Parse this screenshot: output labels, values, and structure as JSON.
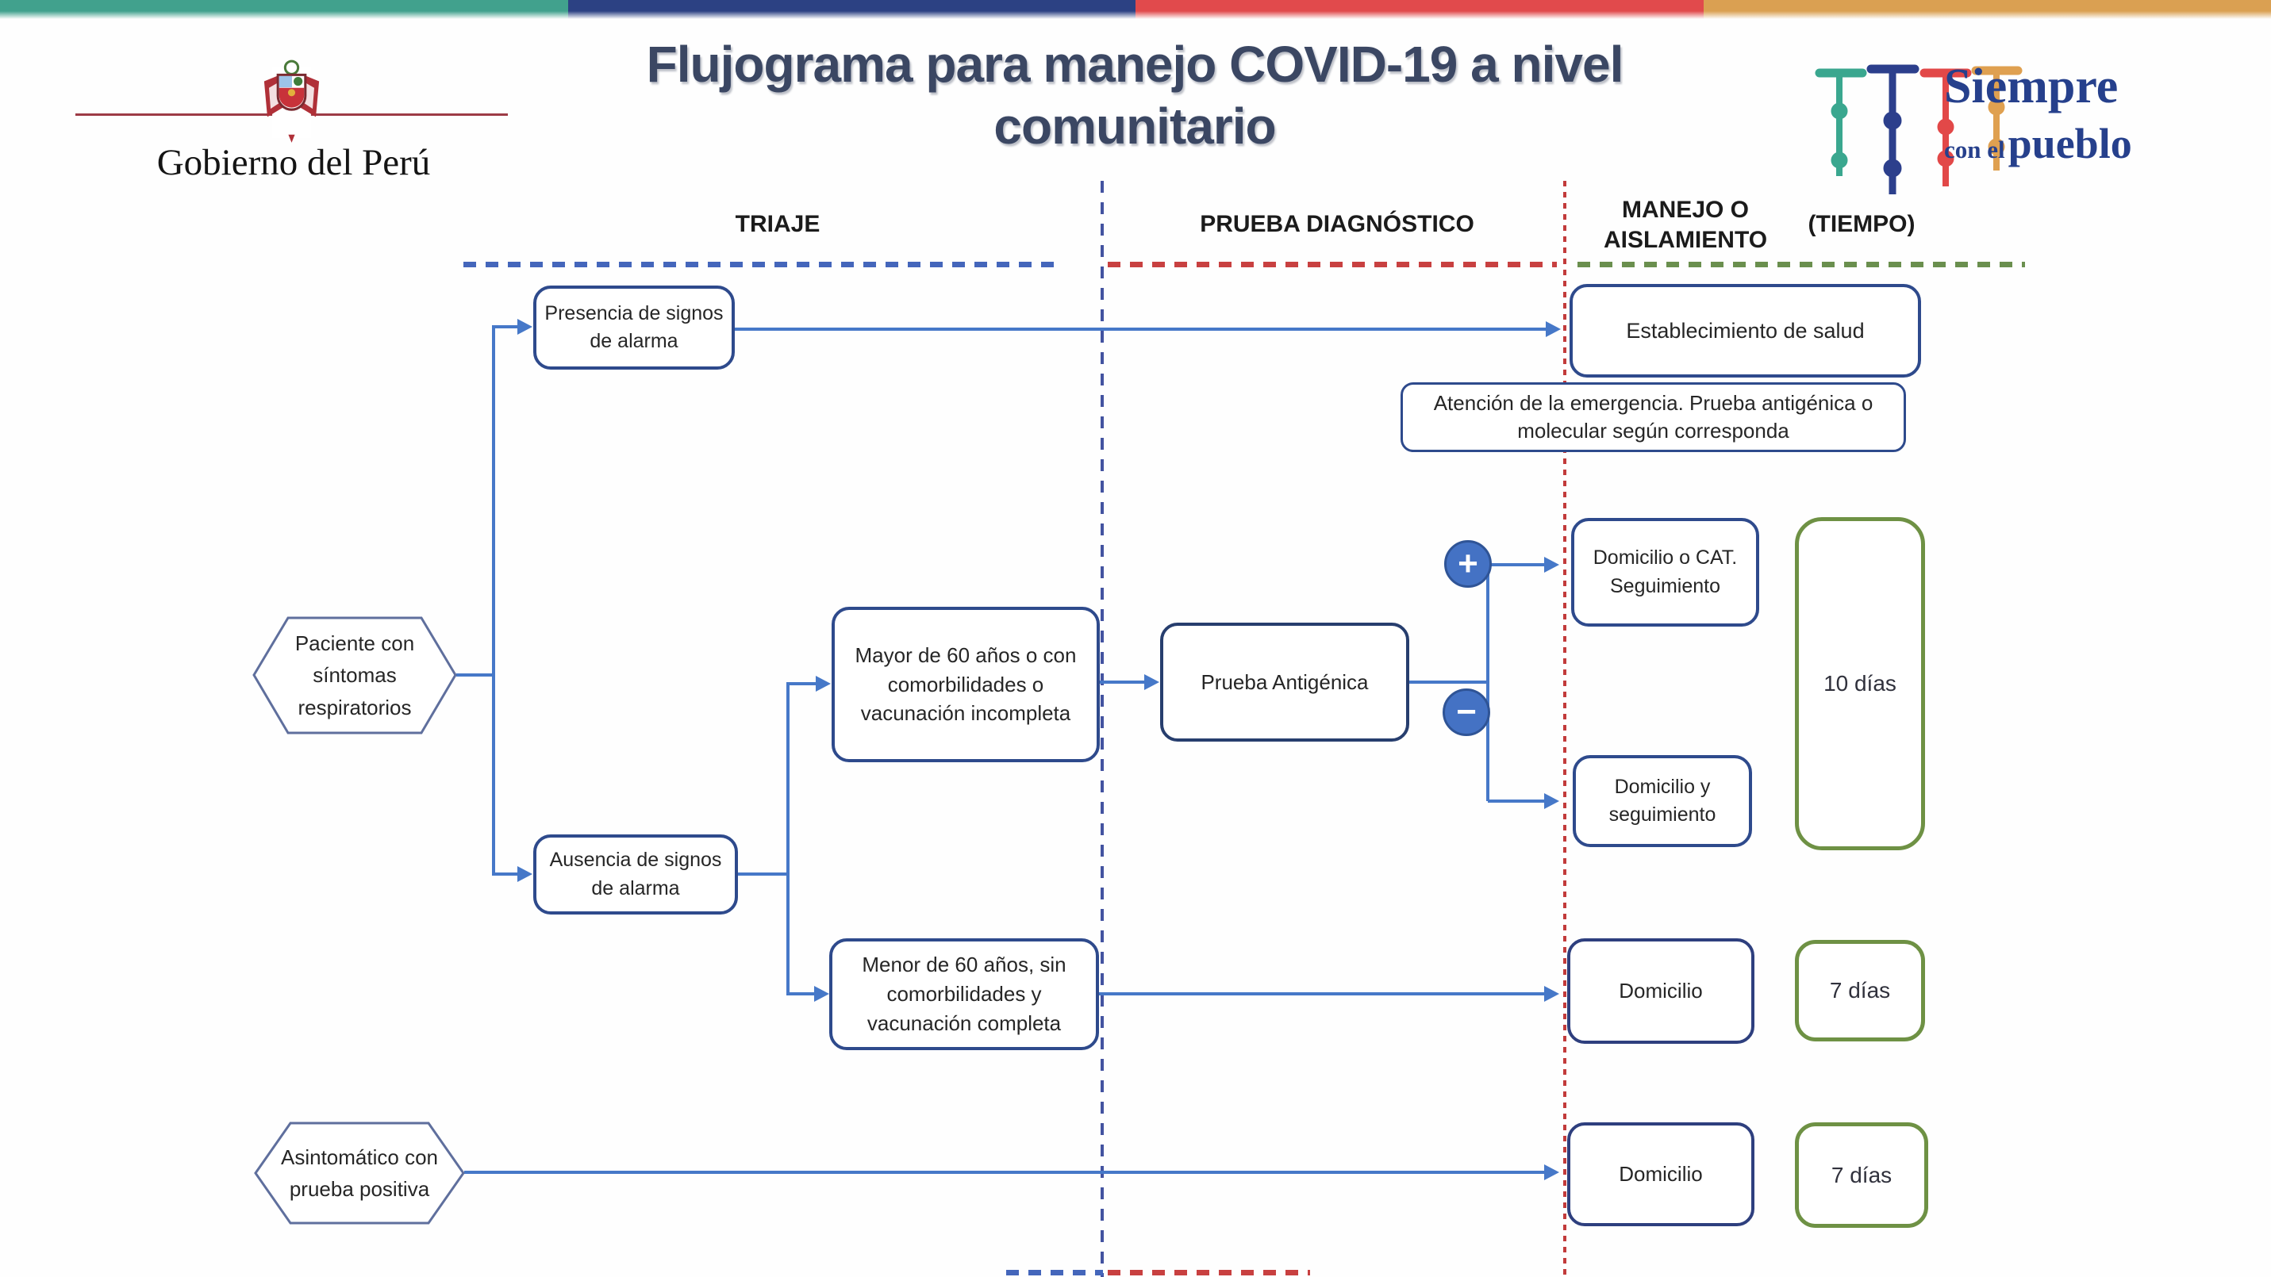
{
  "brand": {
    "gov_title": "Gobierno del Perú",
    "slogan_word1": "Siempre",
    "slogan_word2_small": "con el",
    "slogan_word2_big": "pueblo"
  },
  "title": {
    "line1": "Flujograma para manejo COVID-19 a nivel",
    "line2": "comunitario"
  },
  "columns": {
    "triaje": "TRIAJE",
    "prueba": "PRUEBA DIAGNÓSTICO",
    "manejo": "MANEJO O AISLAMIENTO",
    "tiempo": "(TIEMPO)"
  },
  "nodes": {
    "paciente": "Paciente con síntomas respiratorios",
    "asintomatico": "Asintomático con prueba positiva",
    "presencia": "Presencia de signos de alarma",
    "ausencia": "Ausencia de signos de alarma",
    "mayor60": "Mayor de 60 años o con comorbilidades o vacunación incompleta",
    "menor60": "Menor de 60 años, sin comorbilidades y vacunación completa",
    "prueba_antigenica": "Prueba Antigénica",
    "establecimiento": "Establecimiento de salud",
    "atencion": "Atención de la emergencia. Prueba antigénica o molecular según corresponda",
    "domicilio_cat": "Domicilio o CAT. Seguimiento",
    "domicilio_seguimiento": "Domicilio y seguimiento",
    "domicilio_medio": "Domicilio",
    "domicilio_bajo": "Domicilio",
    "dias10": "10 días",
    "dias7_medio": "7 días",
    "dias7_bajo": "7 días",
    "resultado_positivo": "+",
    "resultado_negativo": "−"
  },
  "colors": {
    "topbar_teal": "#41a18d",
    "topbar_navy": "#2c4183",
    "topbar_red": "#e14a4c",
    "topbar_orange": "#daa052",
    "box_border_navy": "#2e4a8c",
    "box_border_green": "#6e9144",
    "connector_blue": "#4678c8",
    "dashed_red": "#c23b3b",
    "dashed_blue": "#4353a0",
    "dashed_green": "#6a8f4e",
    "title_color": "#3b4763",
    "slogan_navy": "#26408c",
    "gov_line_red": "#9d3b45"
  }
}
